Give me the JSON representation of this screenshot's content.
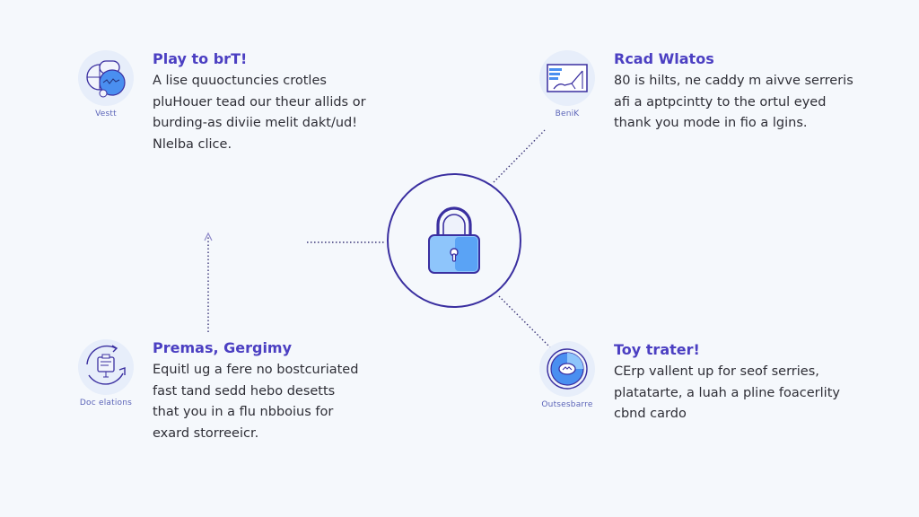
{
  "diagram": {
    "center": {
      "icon": "padlock-icon",
      "colors": {
        "ring": "#3a2fa0",
        "lock_fill_light": "#8ec5fb",
        "lock_fill_dark": "#5aa3f5"
      }
    },
    "cards": [
      {
        "position": "top-left",
        "icon": "globe-chat-icon",
        "caption": "Vestt",
        "title": "Play to brT!",
        "body": [
          "A lise quuoctuncies crotles",
          "pluHouer tead our theur allids or",
          "burding-as diviie melit dakt/ud!",
          "Nlelba clice."
        ]
      },
      {
        "position": "top-right",
        "icon": "chart-card-icon",
        "caption": "BeniK",
        "title": "Rcad Wlatos",
        "body": [
          "80 is hilts, ne caddy m aivve serreris",
          "afi a aptpcintty to the ortul eyed",
          "thank you mode in fio a lgins."
        ]
      },
      {
        "position": "bottom-left",
        "icon": "cycle-clipboard-icon",
        "caption": "Doc elations",
        "title": "Premas, Gergimy",
        "body": [
          "Equitl ug a fere no bostcuriated",
          "fast tand sedd hebo desetts",
          "that you in a flu nbboius for",
          "exard storreeicr."
        ]
      },
      {
        "position": "bottom-right",
        "icon": "shield-gauge-icon",
        "caption": "Outsesbarre",
        "title": "Toy trater!",
        "body": [
          "CErp vallent up for seof serries,",
          "platatarte, a luah a pline foacerlity",
          "cbnd cardo"
        ]
      }
    ],
    "connector_style": {
      "color": "#3a3578",
      "dash": "dotted"
    }
  }
}
